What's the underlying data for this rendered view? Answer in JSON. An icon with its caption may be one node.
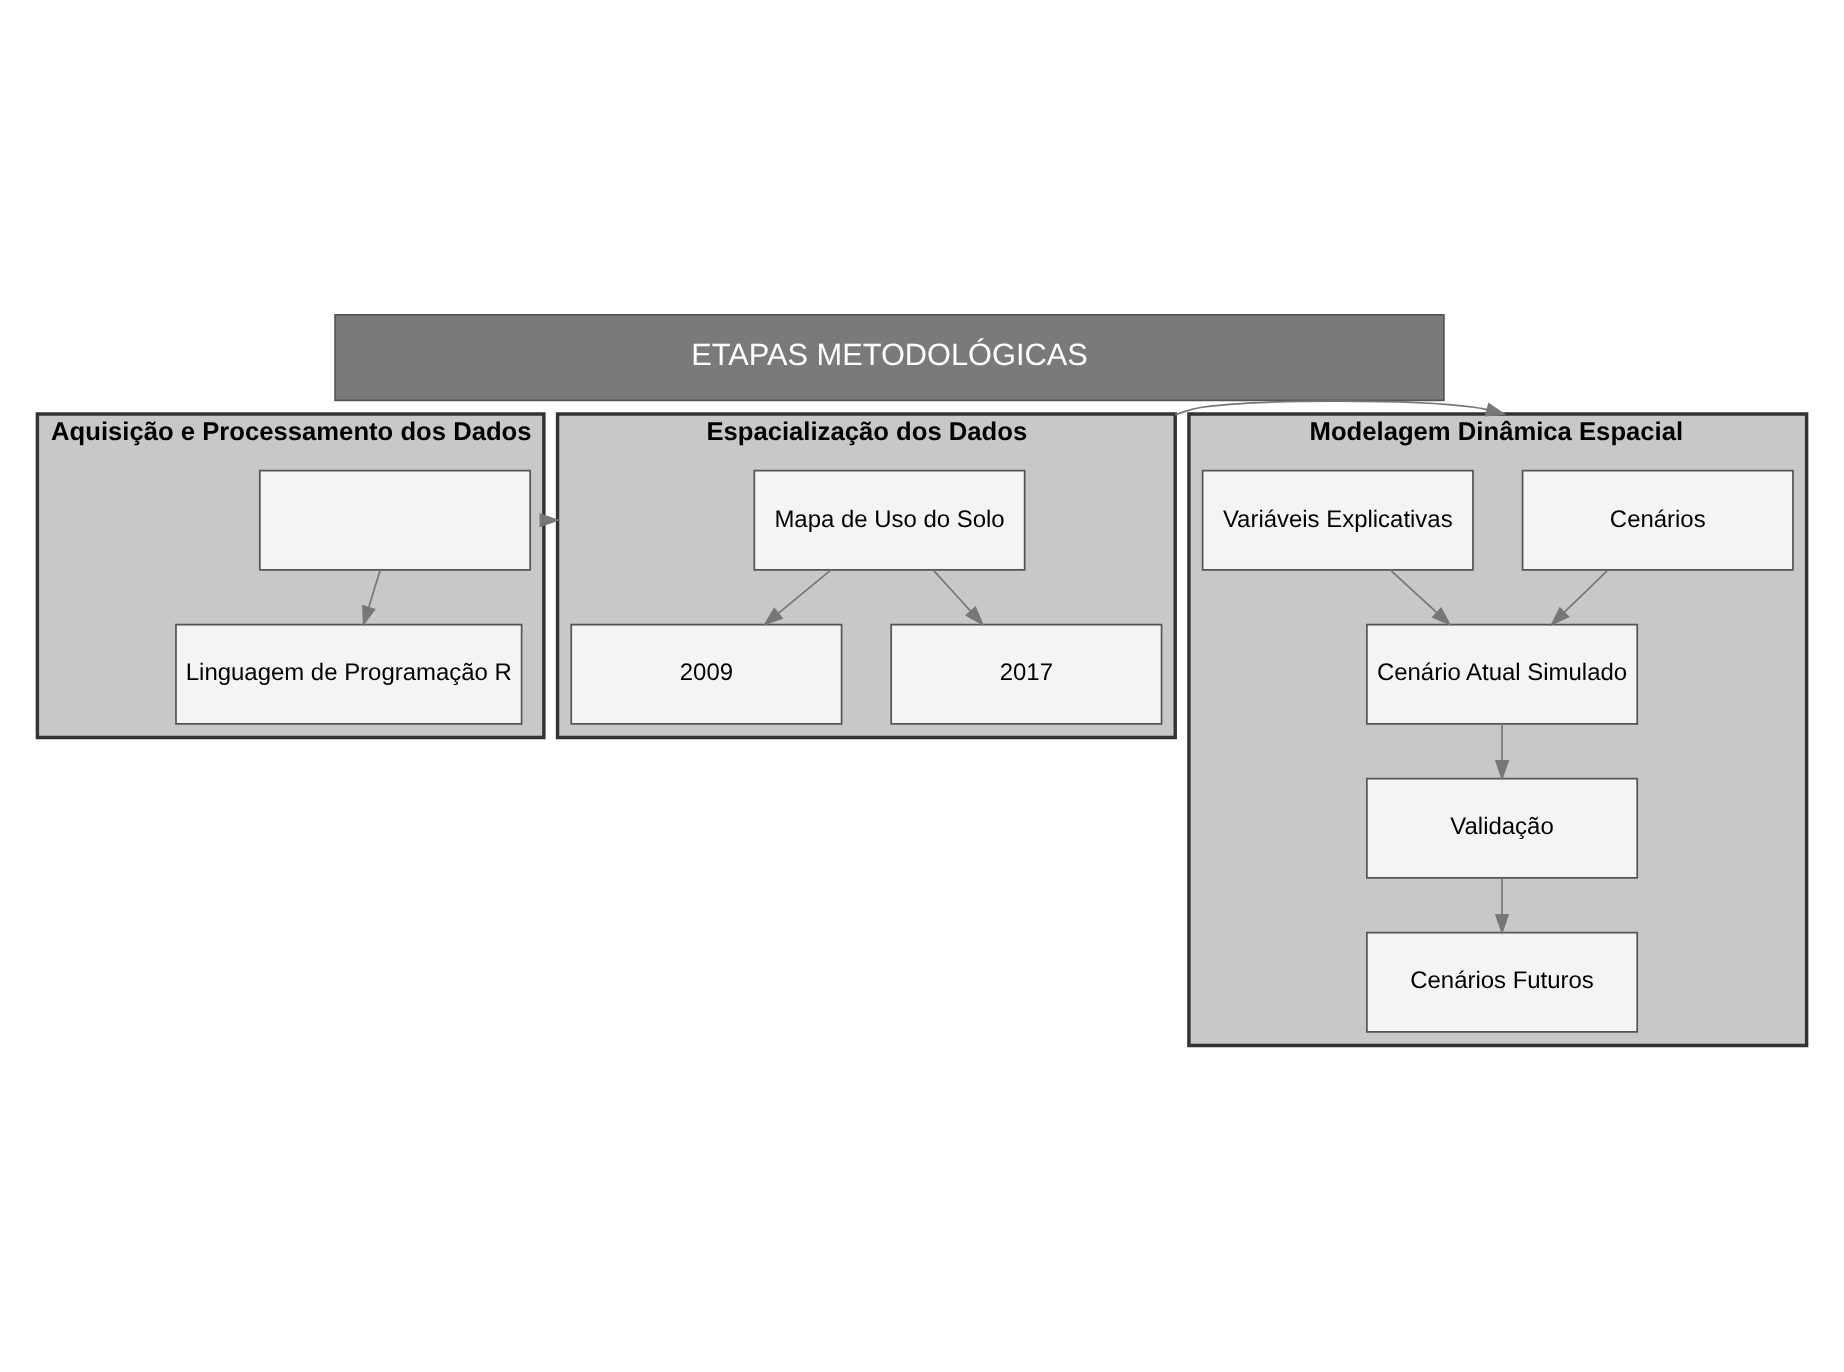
{
  "diagram": {
    "nodes": [
      {
        "text": [
          "ETAPAS METODOLÓGICAS"
        ]
      },
      {
        "text": [
          "Aquisição e Processamento dos Dados"
        ]
      },
      {
        "text": [],
        "shape": "box",
        "in": 1
      },
      {
        "text": [
          "Linguagem de Programação R"
        ],
        "in": 1
      },
      {
        "text": [
          "Espacialização dos Dados"
        ]
      },
      {
        "text": [
          "Mapa de Uso do Solo"
        ],
        "in": 4
      },
      {
        "text": [
          "2009"
        ],
        "in": 4
      },
      {
        "text": [
          "2017"
        ],
        "in": 4
      },
      {
        "text": [
          "Modelagem Dinâmica Espacial"
        ]
      },
      {
        "text": [
          "Cenários"
        ],
        "in": 8
      },
      {
        "text": [
          "Variáveis Explicativas"
        ],
        "in": 8
      },
      {
        "text": [
          "Cenário Atual Simulado"
        ],
        "in": 8
      },
      {
        "text": [
          "Validação"
        ],
        "in": 8
      },
      {
        "text": [
          "Cenários Futuros"
        ],
        "in": 8
      }
    ],
    "edges": [
      {
        "from": 1,
        "to": 4,
        "arrow": "to"
      },
      {
        "from": 4,
        "to": 8,
        "arrow": "to"
      },
      {
        "from": 2,
        "to": 3,
        "arrow": "to"
      },
      {
        "from": 5,
        "to": 6,
        "arrow": "to"
      },
      {
        "from": 5,
        "to": 7,
        "arrow": "to"
      },
      {
        "from": 9,
        "to": 11,
        "arrow": "to"
      },
      {
        "from": 10,
        "to": 11,
        "arrow": "to"
      },
      {
        "from": 11,
        "to": 12,
        "arrow": "to"
      },
      {
        "from": 12,
        "to": 13,
        "arrow": "to"
      }
    ]
  }
}
